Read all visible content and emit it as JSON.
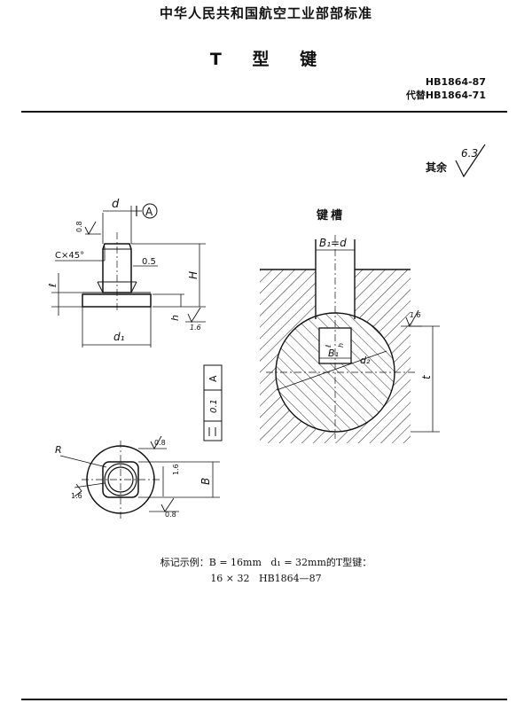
{
  "header": {
    "organization": "中华人民共和国航空工业部部标准",
    "title": "T 型 键",
    "standard_number": "HB1864-87",
    "replaces": "代替HB1864-71"
  },
  "drawing": {
    "general_roughness_label": "其余",
    "general_roughness_value": "6.3",
    "keyway_title": "键槽",
    "labels": {
      "d": "d",
      "datum_a": "A",
      "roughness_08": "0.8",
      "chamfer": "C×45°",
      "groove": "0.5",
      "h_big": "H",
      "l_small": "ℓ",
      "h_small": "h",
      "roughness_16": "1.6",
      "d1": "d₁",
      "tolerance_value": "0.1",
      "tolerance_datum": "A",
      "radius": "R",
      "b_side": "B",
      "b_eq_d": "B₁=d",
      "b1": "B₁",
      "d2": "d₂",
      "t": "t"
    }
  },
  "marking": {
    "example_line": "标记示例：B = 16mm   d₁ = 32mm的T型键：",
    "code_line": "16 × 32   HB1864—87"
  }
}
